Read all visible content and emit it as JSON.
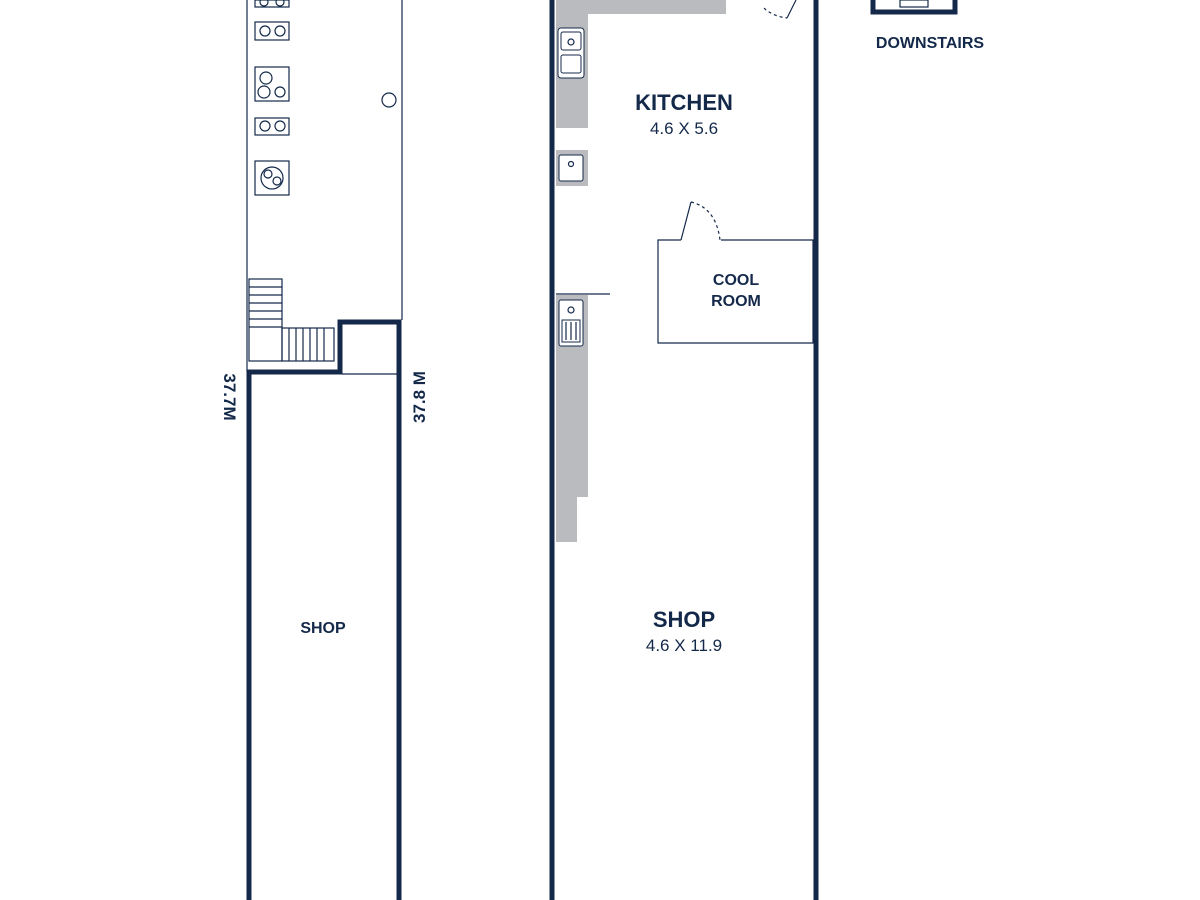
{
  "labels": {
    "downstairs": "DOWNSTAIRS",
    "kitchen_name": "KITCHEN",
    "kitchen_dims": "4.6 X 5.6",
    "cool_room_line1": "COOL",
    "cool_room_line2": "ROOM",
    "shop_main_name": "SHOP",
    "shop_main_dims": "4.6 X 11.9",
    "shop_left_name": "SHOP",
    "dim_left": "37.7M",
    "dim_right": "37.8 M"
  },
  "colors": {
    "wall": "#14294a",
    "bench": "#b9bbbe",
    "background": "#ffffff"
  }
}
